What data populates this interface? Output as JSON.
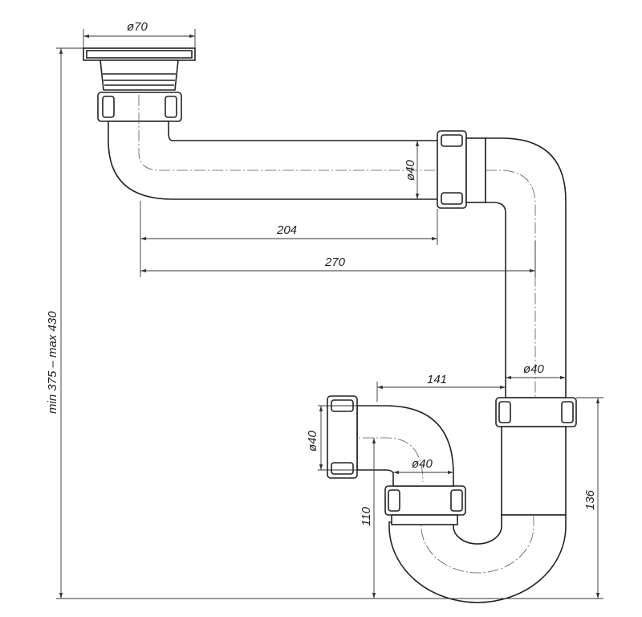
{
  "title": "Sink siphon technical drawing",
  "dimensions": {
    "strainer_diameter": "ø70",
    "horizontal_pipe_diameter": "ø40",
    "length_204": "204",
    "length_270": "270",
    "height_range": "min 375 – max 430",
    "vertical_pipe_diameter": "ø40",
    "offset_141": "141",
    "inlet_diameter": "ø40",
    "trap_inlet_diameter": "ø40",
    "height_110": "110",
    "height_136": "136"
  },
  "colors": {
    "line": "#222222",
    "background": "#ffffff"
  }
}
